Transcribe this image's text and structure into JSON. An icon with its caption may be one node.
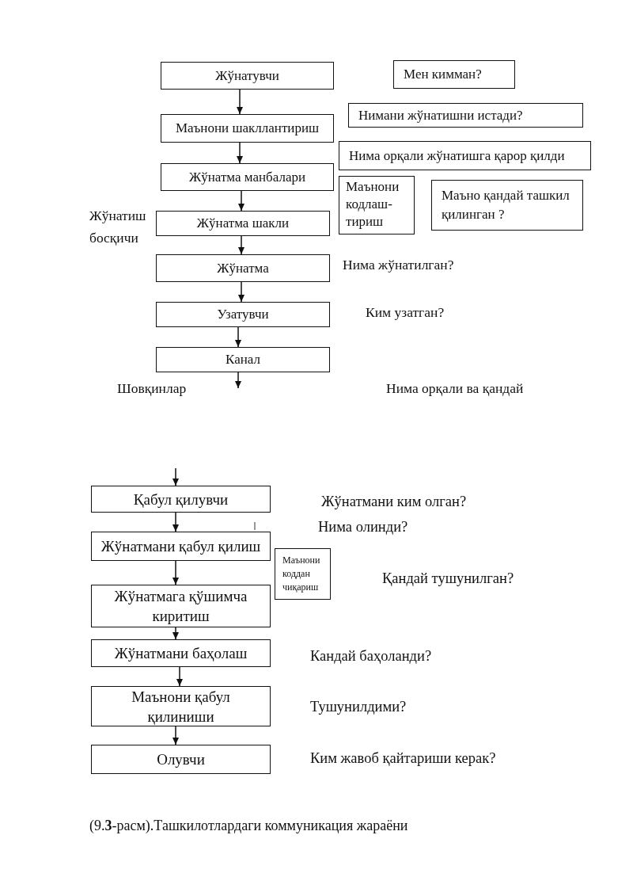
{
  "diagram": {
    "caption": "(9.**3**-расм).Ташкилотлардаги коммуникация жараёни",
    "nodes": [
      {
        "text": [
          "Жўнатувчи"
        ]
      },
      {
        "text": [
          "Мен кимман?"
        ]
      },
      {
        "text": [
          "Маънони шакллантириш"
        ]
      },
      {
        "text": [
          "Нимани жўнатишни истади?"
        ]
      },
      {
        "text": [
          "Жўнатма манбалари"
        ]
      },
      {
        "text": [
          "Нима орқали жўнатишга қарор қилди"
        ]
      },
      {
        "text": [
          "Маънони кодлаш-тириш"
        ]
      },
      {
        "text": [
          "Маъно қандай ташкил қилинган ?"
        ]
      },
      {
        "text": [
          "Жўнатма шакли"
        ]
      },
      {
        "text": [
          "Жўнатма"
        ]
      },
      {
        "text": [
          "Узатувчи"
        ]
      },
      {
        "text": [
          "Канал"
        ]
      },
      {
        "text": [
          "Қабул қилувчи"
        ]
      },
      {
        "text": [
          "Жўнатмани қабул қилиш"
        ]
      },
      {
        "text": [
          "Маънони коддан чиқариш"
        ]
      },
      {
        "text": [
          "Жўнатмага қўшимча киритиш"
        ]
      },
      {
        "text": [
          "Жўнатмани баҳолаш"
        ]
      },
      {
        "text": [
          "Маънони қабул қилиниши"
        ]
      },
      {
        "text": [
          "Олувчи"
        ]
      }
    ],
    "edges": [
      {
        "from": 0,
        "to": 2,
        "arrow": "to"
      },
      {
        "from": 2,
        "to": 4,
        "arrow": "to"
      },
      {
        "from": 4,
        "to": 8,
        "arrow": "to"
      },
      {
        "from": 8,
        "to": 9,
        "arrow": "to"
      },
      {
        "from": 9,
        "to": 10,
        "arrow": "to"
      },
      {
        "from": 10,
        "to": 11,
        "arrow": "to"
      },
      {
        "from": 11,
        "to": null,
        "arrow": "to"
      },
      {
        "from": null,
        "to": 12,
        "arrow": "to"
      },
      {
        "from": 12,
        "to": 13,
        "arrow": "to"
      },
      {
        "from": 13,
        "to": 15,
        "arrow": "to"
      },
      {
        "from": 15,
        "to": 16,
        "arrow": "to"
      },
      {
        "from": 16,
        "to": 17,
        "arrow": "to"
      },
      {
        "from": 17,
        "to": 18,
        "arrow": "to"
      }
    ],
    "labels": [
      "Жўнатиш босқичи",
      "Нима жўнатилган?",
      "Ким узатган?",
      "Шовқинлар",
      "Нима орқали ва қандай",
      "Жўнатмани ким олган?",
      "Нима олинди?",
      "Қандай тушунилган?",
      "Кандай баҳоланди?",
      "Тушунилдими?",
      "Ким жавоб қайтариши керак?"
    ]
  }
}
